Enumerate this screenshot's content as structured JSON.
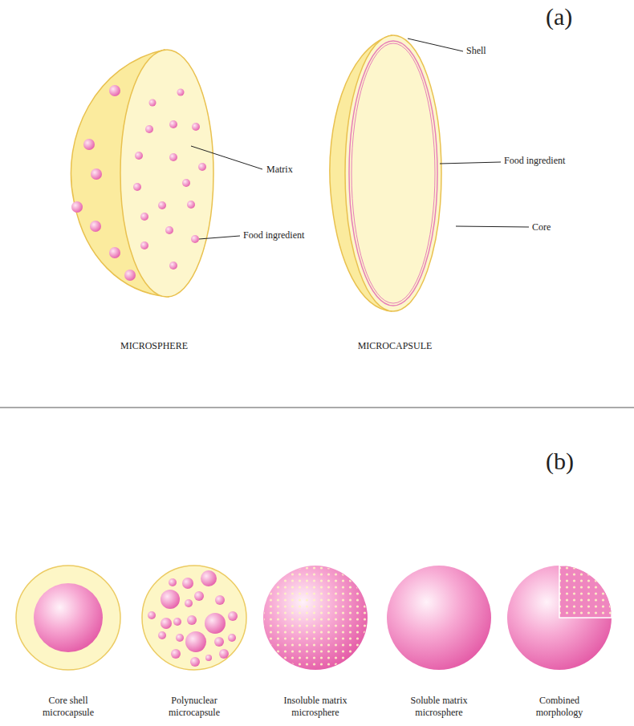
{
  "diagram": {
    "labels": [
      "(a)",
      "Matrix",
      "Food ingredient",
      "MICROSPHERE",
      "Shell",
      "Food ingredient",
      "Core",
      "MICROCAPSULE",
      "(b)",
      "Core shell microcapsule",
      "Polynuclear microcapsule",
      "Insoluble matrix microsphere",
      "Soluble matrix microsphere",
      "Combined morphology"
    ]
  }
}
